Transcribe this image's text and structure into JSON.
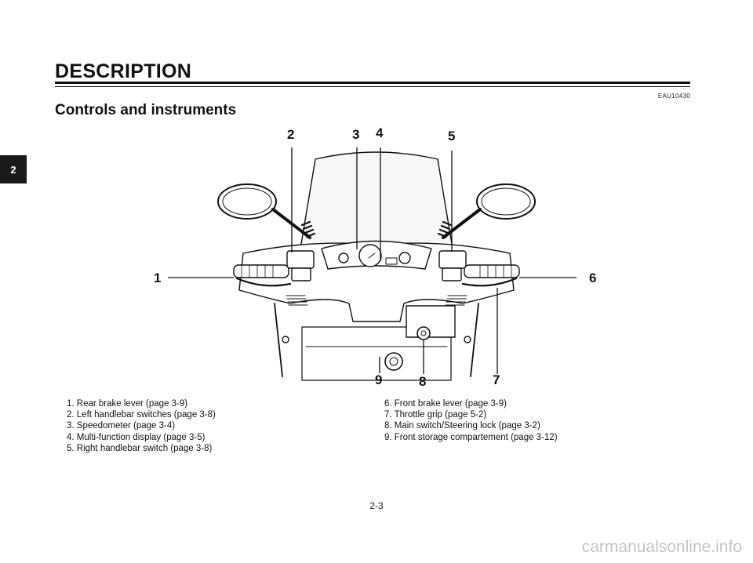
{
  "header": {
    "title": "DESCRIPTION",
    "code": "EAU10430"
  },
  "section": {
    "title": "Controls and instruments"
  },
  "chapter_tab": "2",
  "figure": {
    "callouts": [
      "1",
      "2",
      "3",
      "4",
      "5",
      "6",
      "7",
      "8",
      "9"
    ]
  },
  "legend": {
    "left": [
      "1. Rear brake lever (page 3-9)",
      "2. Left handlebar switches (page 3-8)",
      "3. Speedometer (page 3-4)",
      "4. Multi-function display (page 3-5)",
      "5. Right handlebar switch (page 3-8)"
    ],
    "right": [
      "6. Front brake lever (page 3-9)",
      "7. Throttle grip (page 5-2)",
      "8. Main switch/Steering lock (page 3-2)",
      "9. Front storage compartement (page 3-12)"
    ]
  },
  "footer": {
    "page": "2-3",
    "watermark": "carmanualsonline.info"
  }
}
